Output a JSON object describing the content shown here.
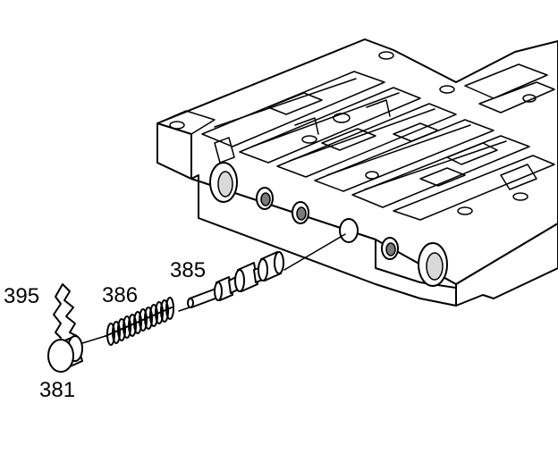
{
  "callouts": {
    "c395": "395",
    "c386": "386",
    "c385": "385",
    "c381": "381"
  },
  "colors": {
    "line": "#000000",
    "shade": "#d9d9d9",
    "background": "#ffffff"
  }
}
